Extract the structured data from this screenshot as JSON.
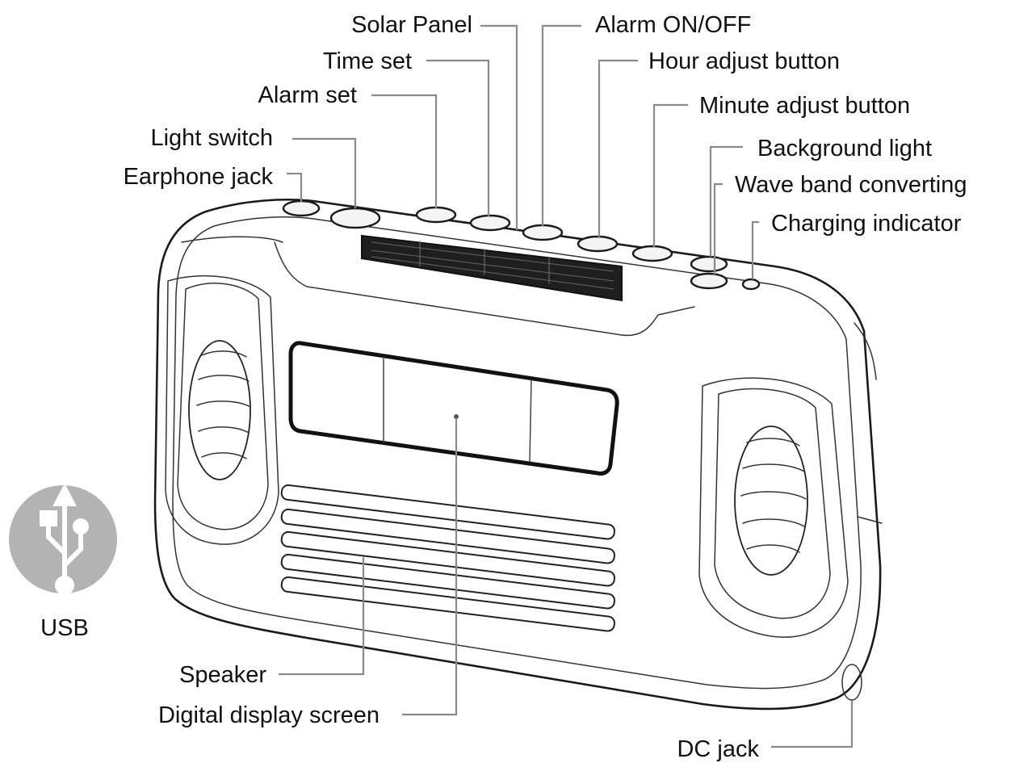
{
  "labels": {
    "solar_panel": "Solar Panel",
    "alarm_on_off": "Alarm ON/OFF",
    "time_set": "Time set",
    "hour_adjust": "Hour adjust button",
    "alarm_set": "Alarm set",
    "minute_adjust": "Minute adjust button",
    "light_switch": "Light switch",
    "background_light": "Background light",
    "earphone_jack": "Earphone jack",
    "wave_band": "Wave band converting",
    "charging_indicator": "Charging indicator",
    "usb": "USB",
    "speaker": "Speaker",
    "digital_display": "Digital display screen",
    "dc_jack": "DC jack"
  },
  "colors": {
    "leader": "#8a8a8a",
    "usb_badge": "#b3b3b3",
    "usb_symbol": "#ffffff"
  },
  "icons": {
    "usb": "usb-icon"
  }
}
